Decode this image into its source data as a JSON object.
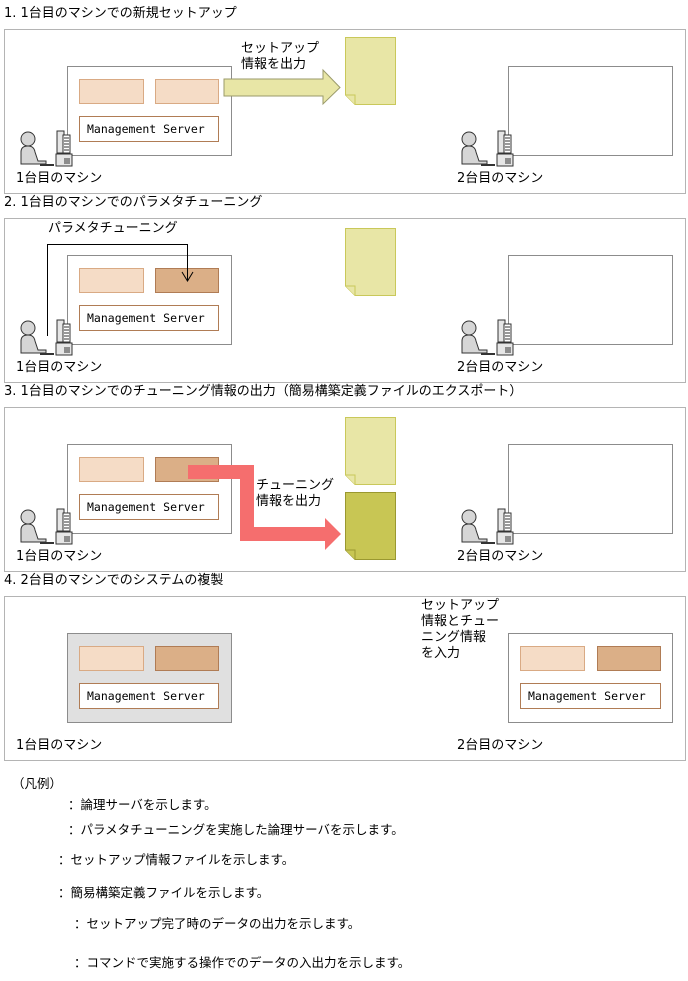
{
  "sections": [
    {
      "title": "1. 1台目のマシンでの新規セットアップ",
      "arrow_label": [
        "セットアップ",
        "情報を出力"
      ],
      "machine1_label": "1台目のマシン",
      "machine2_label": "2台目のマシン",
      "server_label": "Management Server"
    },
    {
      "title": "2. 1台目のマシンでのパラメタチューニング",
      "arrow_label": [
        "パラメタチューニング"
      ],
      "machine1_label": "1台目のマシン",
      "machine2_label": "2台目のマシン",
      "server_label": "Management Server"
    },
    {
      "title": "3. 1台目のマシンでのチューニング情報の出力（簡易構築定義ファイルのエクスポート）",
      "arrow_label": [
        "チューニング",
        "情報を出力"
      ],
      "machine1_label": "1台目のマシン",
      "machine2_label": "2台目のマシン",
      "server_label": "Management Server"
    },
    {
      "title": "4. 2台目のマシンでのシステムの複製",
      "arrow_label": [
        "セットアップ",
        "情報とチュー",
        "ニング情報",
        "を入力"
      ],
      "machine1_label": "1台目のマシン",
      "machine2_label": "2台目のマシン",
      "server_label": "Management Server",
      "server2_label": "Management Server"
    }
  ],
  "legend": {
    "heading": "（凡例）",
    "items": [
      {
        "icon": "logical-server-icon",
        "text": "：論理サーバを示します。"
      },
      {
        "icon": "tuned-logical-server-icon",
        "text": "：パラメタチューニングを実施した論理サーバを示します。"
      },
      {
        "icon": "setup-info-file-icon",
        "text": "：セットアップ情報ファイルを示します。"
      },
      {
        "icon": "simple-build-definition-file-icon",
        "text": "：簡易構築定義ファイルを示します。"
      },
      {
        "icon": "setup-output-arrow-icon",
        "text": "：セットアップ完了時のデータの出力を示します。"
      },
      {
        "icon": "command-io-arrow-icon",
        "text": "：コマンドで実施する操作でのデータの入出力を示します。"
      }
    ]
  },
  "colors": {
    "logical_server": "#f5dcc6",
    "tuned_logical_server": "#dbaf87",
    "setup_file": "#e8e6a6",
    "definition_file": "#c8c654",
    "setup_arrow": "#e8e6a6",
    "command_arrow": "#f56e6e",
    "panel_border": "#b4b4b4",
    "machine_box_border": "#8c8c8c",
    "inactive_machine": "#e0e0e0"
  }
}
